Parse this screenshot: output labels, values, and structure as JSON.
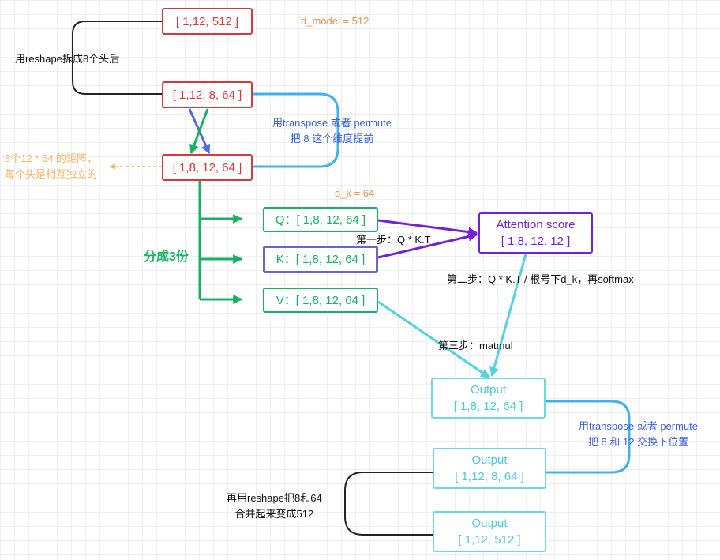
{
  "nodes": {
    "input": "[ 1,12, 512 ]",
    "reshaped": "[ 1,12, 8, 64 ]",
    "transposed": "[ 1,8, 12, 64 ]",
    "q": "Q：[ 1,8, 12, 64 ]",
    "k": "K：[ 1,8, 12, 64 ]",
    "v": "V：[ 1,8, 12, 64 ]",
    "attention_title": "Attention score",
    "attention_shape": "[ 1,8, 12, 12 ]",
    "output1_title": "Output",
    "output1_shape": "[ 1,8, 12, 64 ]",
    "output2_title": "Output",
    "output2_shape": "[ 1,12, 8, 64 ]",
    "output3_title": "Output",
    "output3_shape": "[ 1,12, 512 ]"
  },
  "labels": {
    "d_model": "d_model = 512",
    "reshape_split": "用reshape拆成8个头后",
    "transpose1_line1": "用transpose 或者 permute",
    "transpose1_line2": "把 8 这个维度提前",
    "matrix_note_line1": "8个12 * 64 的矩阵，",
    "matrix_note_line2": "每个头是相互独立的",
    "d_k": "d_k = 64",
    "split3": "分成3份",
    "step1": "第一步：Q * K.T",
    "step2": "第二步：Q * K.T / 根号下d_k，再softmax",
    "step3": "第三步：matmul",
    "transpose2_line1": "用transpose 或者 permute",
    "transpose2_line2": "把 8 和 12 交换下位置",
    "reshape_merge_line1": "再用reshape把8和64",
    "reshape_merge_line2": "合并起来变成512"
  },
  "colors": {
    "red": "#d9363e",
    "green": "#18b064",
    "blue": "#3d5fd9",
    "light_blue": "#41b0ee",
    "violet": "#7321d6",
    "cyan": "#6fd9e3",
    "orange": "#ee8d4a"
  }
}
